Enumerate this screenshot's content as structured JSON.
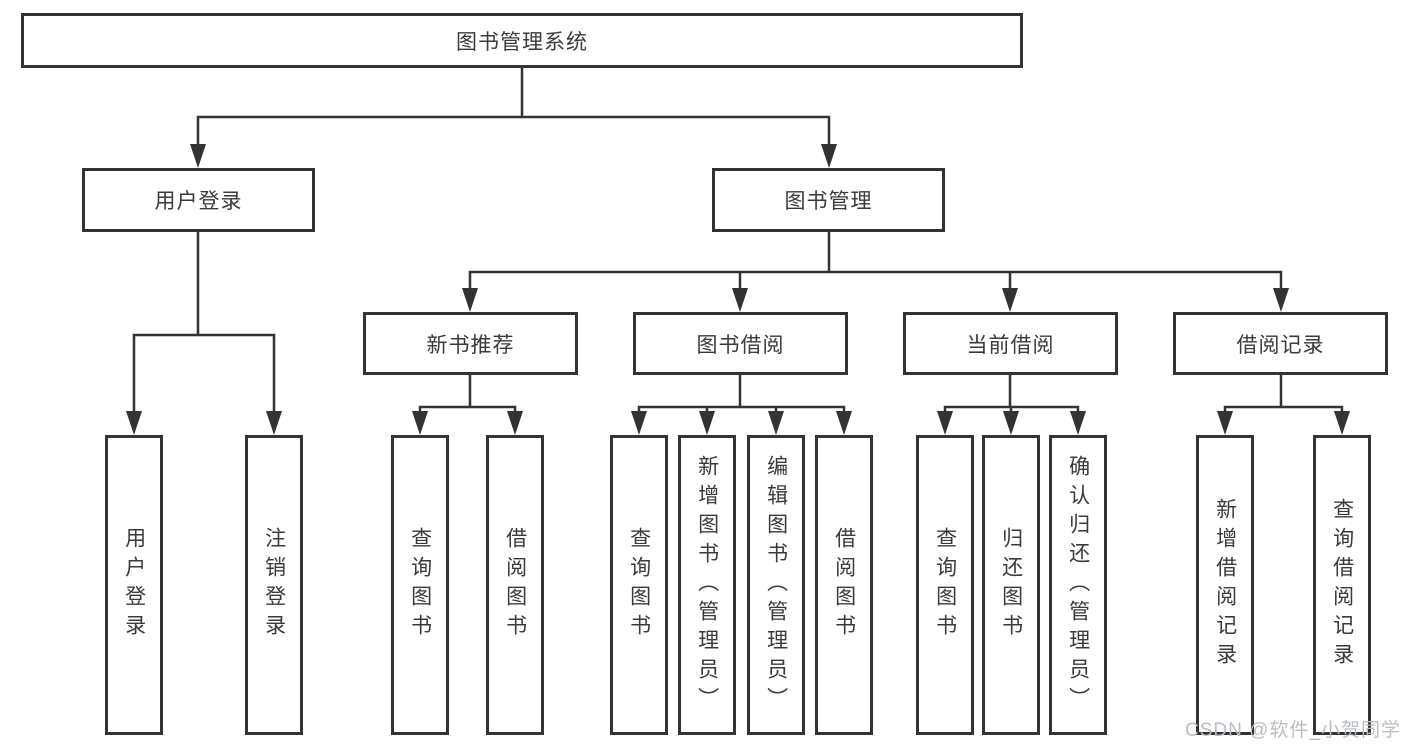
{
  "diagram": {
    "root": {
      "label": "图书管理系统"
    },
    "branches": [
      {
        "label": "用户登录",
        "children": [
          {
            "label": "用户登录"
          },
          {
            "label": "注销登录"
          }
        ]
      },
      {
        "label": "图书管理",
        "groups": [
          {
            "label": "新书推荐",
            "children": [
              {
                "label": "查询图书"
              },
              {
                "label": "借阅图书"
              }
            ]
          },
          {
            "label": "图书借阅",
            "children": [
              {
                "label": "查询图书"
              },
              {
                "label": "新增图书（管理员）"
              },
              {
                "label": "编辑图书（管理员）"
              },
              {
                "label": "借阅图书"
              }
            ]
          },
          {
            "label": "当前借阅",
            "children": [
              {
                "label": "查询图书"
              },
              {
                "label": "归还图书"
              },
              {
                "label": "确认归还（管理员）"
              }
            ]
          },
          {
            "label": "借阅记录",
            "children": [
              {
                "label": "新增借阅记录"
              },
              {
                "label": "查询借阅记录"
              }
            ]
          }
        ]
      }
    ]
  },
  "watermark": {
    "text": "CSDN @软件_小贺同学"
  },
  "colors": {
    "line": "#333333",
    "text": "#3a3a3a",
    "background": "#ffffff",
    "watermark": "#b9bec3"
  }
}
